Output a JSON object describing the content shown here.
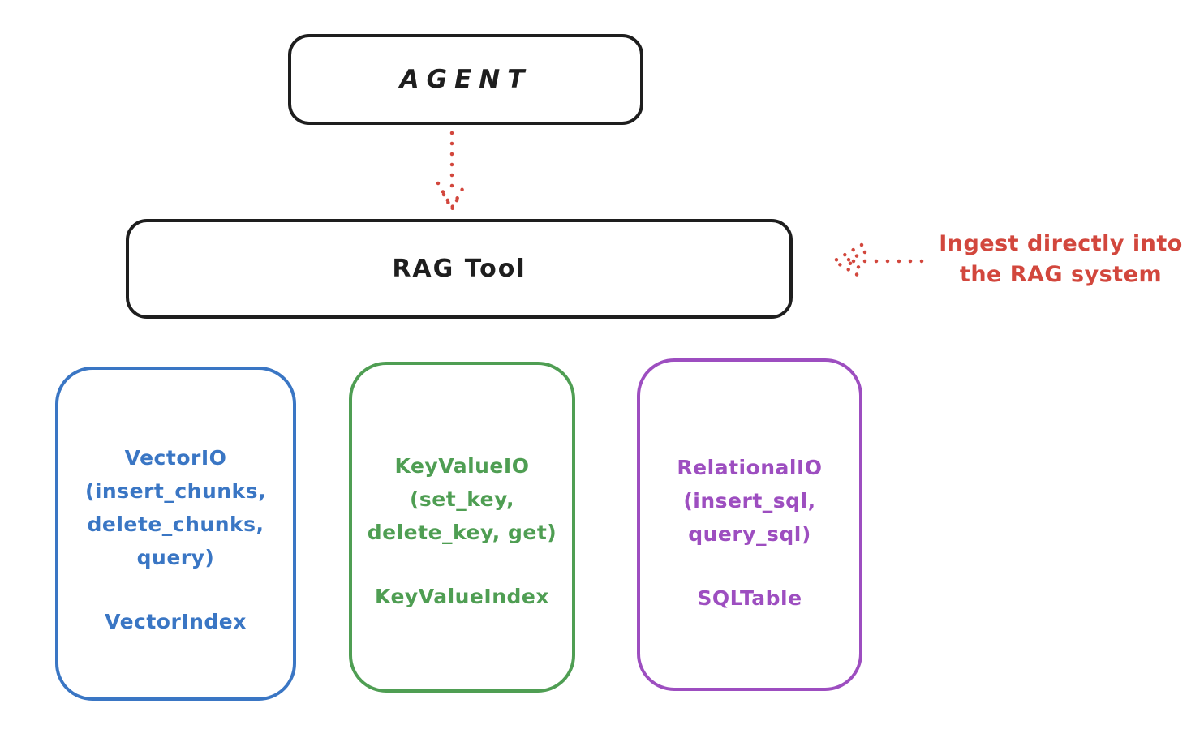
{
  "agent_box": {
    "label": "AGENT"
  },
  "rag_tool_box": {
    "label": "RAG Tool"
  },
  "annotation": {
    "line1": "Ingest directly into",
    "line2": "the RAG system"
  },
  "cards": [
    {
      "name": "vector-io",
      "lines": [
        "VectorIO",
        "(insert_chunks,",
        "delete_chunks,",
        "query)"
      ],
      "footer": "VectorIndex",
      "color": "#3a76c4"
    },
    {
      "name": "keyvalue-io",
      "lines": [
        "KeyValueIO",
        "(set_key,",
        "delete_key, get)"
      ],
      "footer": "KeyValueIndex",
      "color": "#4f9e53"
    },
    {
      "name": "relational-io",
      "lines": [
        "RelationalIO",
        "(insert_sql,",
        "query_sql)"
      ],
      "footer": "SQLTable",
      "color": "#9d4ec0"
    }
  ],
  "colors": {
    "ink": "#1e1e1e",
    "red": "#d2473d"
  }
}
